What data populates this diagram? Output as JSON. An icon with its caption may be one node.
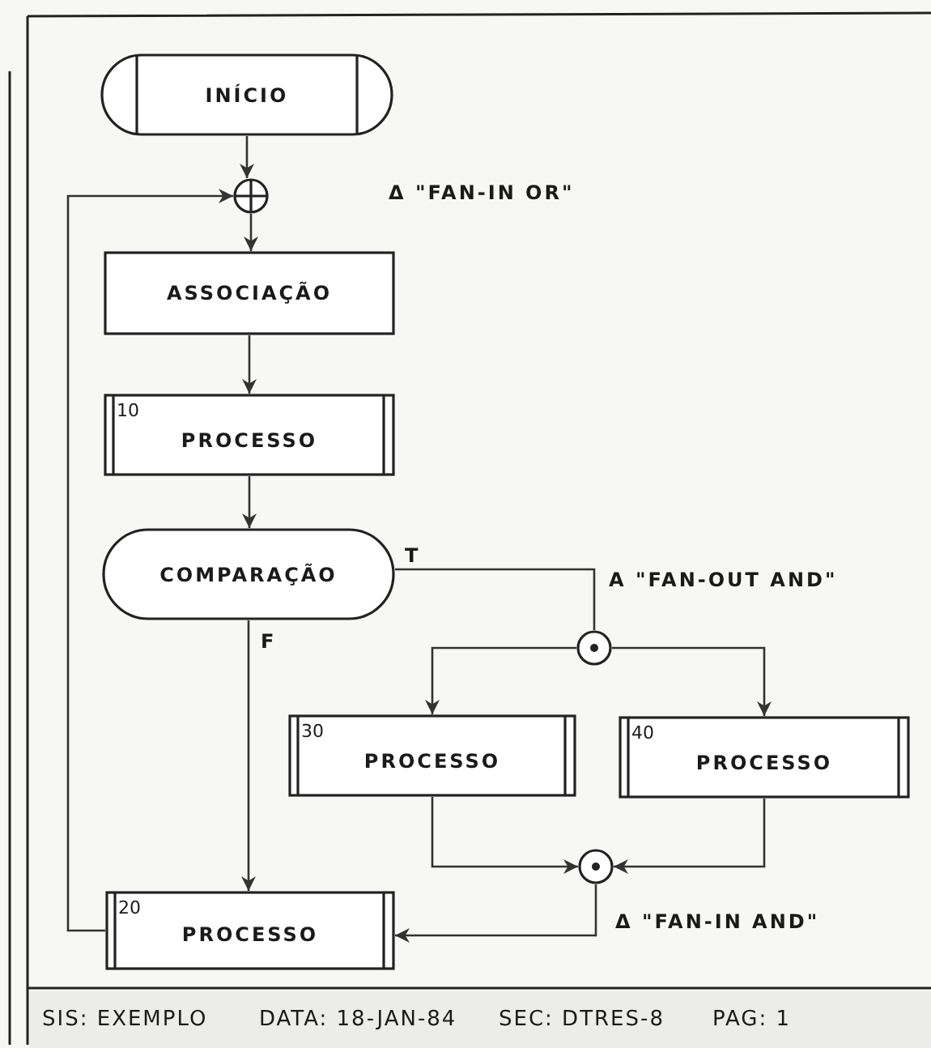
{
  "diagram": {
    "nodes": [
      {
        "text": [
          "INÍCIO"
        ]
      },
      {
        "text": [],
        "shape": "circle"
      },
      {
        "text": [
          "ASSOCIAÇÃO"
        ]
      },
      {
        "text": [
          "10",
          "PROCESSO"
        ]
      },
      {
        "text": [
          "COMPARAÇÃO"
        ]
      },
      {
        "text": [],
        "shape": "circle",
        "beside": [
          "A \"FAN-OUT AND\""
        ]
      },
      {
        "text": [
          "30",
          "PROCESSO"
        ]
      },
      {
        "text": [
          "40",
          "PROCESSO"
        ]
      },
      {
        "text": [],
        "shape": "circle",
        "beside": [
          "Δ \"FAN-IN AND\""
        ]
      },
      {
        "text": [
          "20",
          "PROCESSO"
        ]
      }
    ],
    "edges": [
      {
        "from": 0,
        "to": 1,
        "arrow": "to"
      },
      {
        "from": 1,
        "to": 2,
        "arrow": "to"
      },
      {
        "from": 2,
        "to": 3,
        "arrow": "to"
      },
      {
        "from": 3,
        "to": 4,
        "arrow": "to"
      },
      {
        "from": 4,
        "to": 5,
        "arrow": "none",
        "label": "T"
      },
      {
        "from": 5,
        "to": 6,
        "arrow": "to"
      },
      {
        "from": 5,
        "to": 7,
        "arrow": "to"
      },
      {
        "from": 4,
        "to": 9,
        "arrow": "to",
        "label": "F"
      },
      {
        "from": 6,
        "to": 8,
        "arrow": "to"
      },
      {
        "from": 7,
        "to": 8,
        "arrow": "to"
      },
      {
        "from": 8,
        "to": 9,
        "arrow": "to"
      },
      {
        "from": 9,
        "to": 1,
        "arrow": "to"
      }
    ],
    "labels": [
      "Δ \"FAN-IN OR\"",
      "SIS: EXEMPLO",
      "DATA: 18-JAN-84",
      "SEC: DTRES-8",
      "PAG: 1"
    ]
  }
}
